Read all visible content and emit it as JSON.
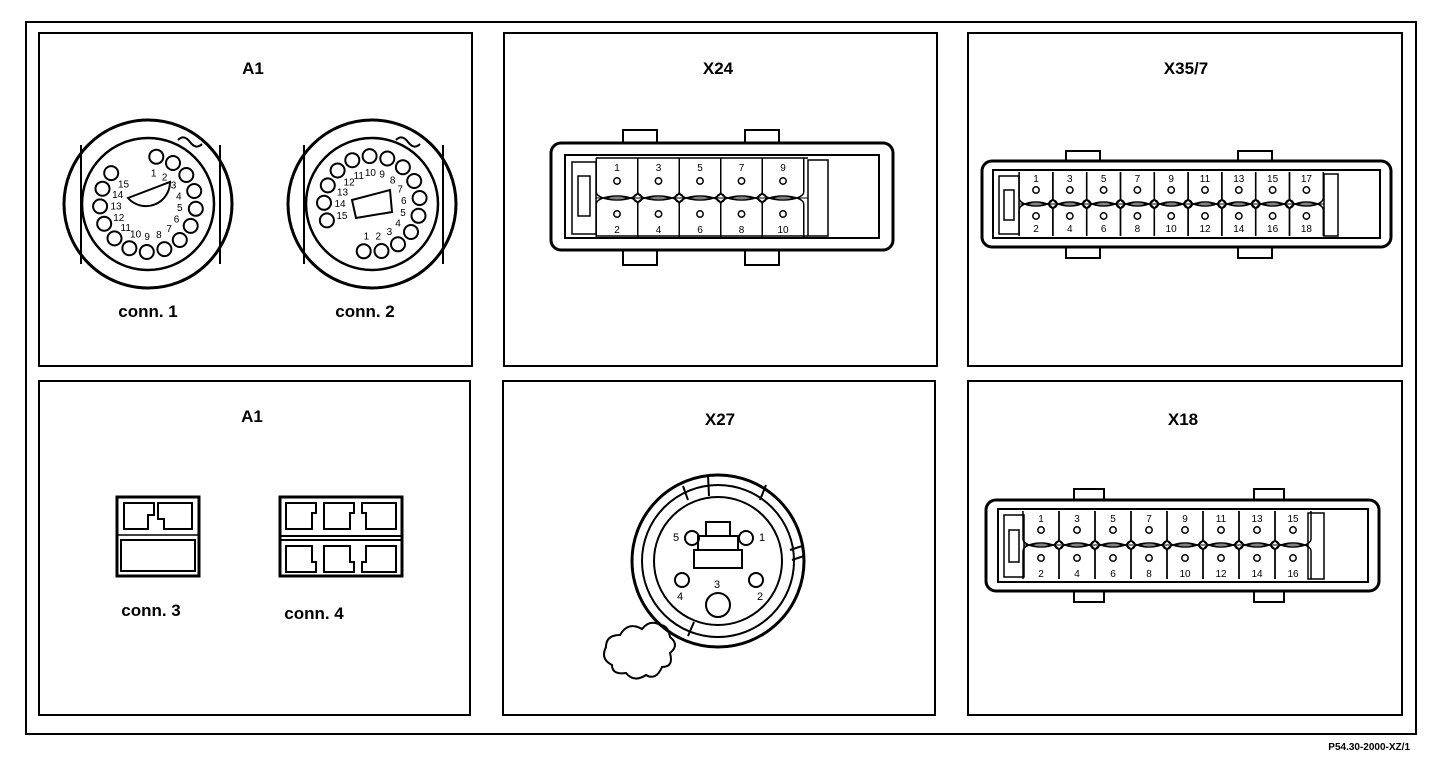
{
  "colors": {
    "ink": "#000000",
    "paper": "#ffffff"
  },
  "panels": {
    "a1_top": {
      "title": "A1",
      "conn1": "conn. 1",
      "conn2": "conn. 2"
    },
    "x24": {
      "title": "X24"
    },
    "x35_7": {
      "title": "X35/7"
    },
    "a1_bottom": {
      "title": "A1",
      "conn3": "conn. 3",
      "conn4": "conn. 4"
    },
    "x27": {
      "title": "X27"
    },
    "x18": {
      "title": "X18"
    }
  },
  "pins": {
    "x24_top": [
      "1",
      "3",
      "5",
      "7",
      "9"
    ],
    "x24_bottom": [
      "2",
      "4",
      "6",
      "8",
      "10"
    ],
    "x35_top": [
      "1",
      "3",
      "5",
      "7",
      "9",
      "11",
      "13",
      "15",
      "17"
    ],
    "x35_bottom": [
      "2",
      "4",
      "6",
      "8",
      "10",
      "12",
      "14",
      "16",
      "18"
    ],
    "x18_top": [
      "1",
      "3",
      "5",
      "7",
      "9",
      "11",
      "13",
      "15"
    ],
    "x18_bottom": [
      "2",
      "4",
      "6",
      "8",
      "10",
      "12",
      "14",
      "16"
    ],
    "conn1": [
      "1",
      "2",
      "3",
      "4",
      "5",
      "6",
      "7",
      "8",
      "9",
      "10",
      "11",
      "12",
      "13",
      "14",
      "15"
    ],
    "conn2": [
      "1",
      "2",
      "3",
      "4",
      "5",
      "6",
      "7",
      "8",
      "9",
      "10",
      "11",
      "12",
      "13",
      "14",
      "15"
    ],
    "x27": [
      "1",
      "2",
      "3",
      "4",
      "5"
    ]
  },
  "reference": "P54.30-2000-XZ/1"
}
